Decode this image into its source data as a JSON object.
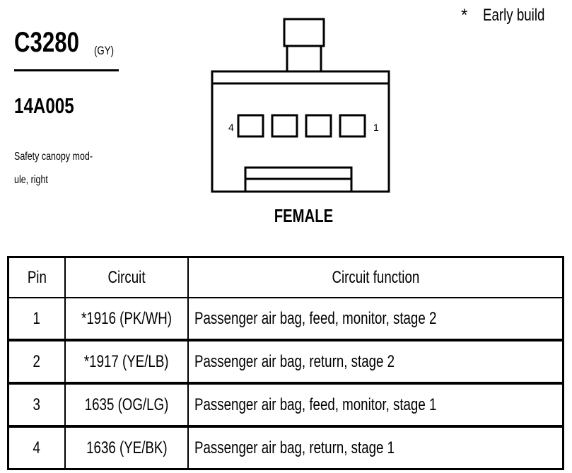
{
  "note": {
    "marker": "*",
    "text": "Early build"
  },
  "connector": {
    "id": "C3280",
    "color_code": "(GY)",
    "part_number": "14A005",
    "description_line1": "Safety canopy mod-",
    "description_line2": "ule, right",
    "gender": "FEMALE",
    "pin_label_left": "4",
    "pin_label_right": "1"
  },
  "table": {
    "headers": {
      "pin": "Pin",
      "circuit": "Circuit",
      "function": "Circuit function"
    },
    "rows": [
      {
        "pin": "1",
        "circuit": "*1916 (PK/WH)",
        "function": "Passenger air bag, feed, monitor, stage 2"
      },
      {
        "pin": "2",
        "circuit": "*1917 (YE/LB)",
        "function": "Passenger air bag, return, stage 2"
      },
      {
        "pin": "3",
        "circuit": "1635 (OG/LG)",
        "function": "Passenger air bag, feed, monitor, stage 1"
      },
      {
        "pin": "4",
        "circuit": "1636 (YE/BK)",
        "function": "Passenger air bag, return, stage 1"
      }
    ]
  }
}
